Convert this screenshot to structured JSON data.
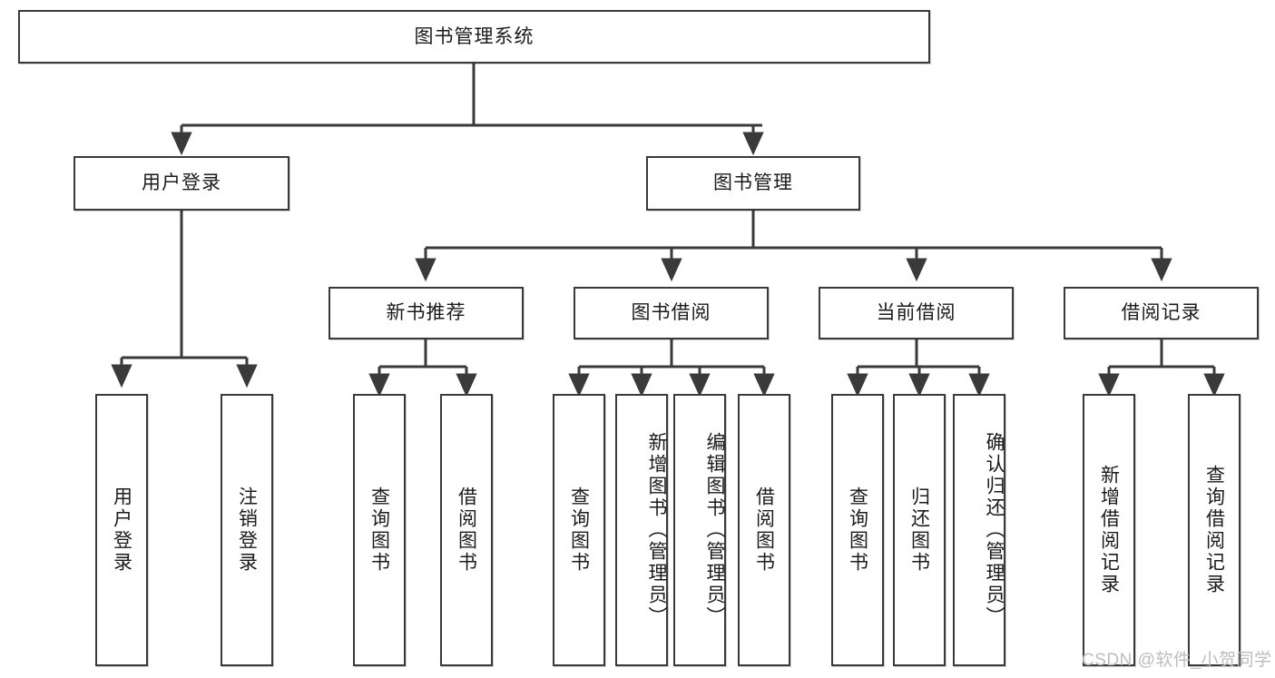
{
  "diagram": {
    "title": "图书管理系统",
    "watermark": "CSDN @软件_小贺同学",
    "line_color": "#3a3a3a",
    "background_color": "#ffffff",
    "text_color": "#1b1b1b",
    "root": {
      "label": "图书管理系统"
    },
    "level2": [
      {
        "label": "用户登录"
      },
      {
        "label": "图书管理"
      }
    ],
    "level3": [
      {
        "label": "新书推荐"
      },
      {
        "label": "图书借阅"
      },
      {
        "label": "当前借阅"
      },
      {
        "label": "借阅记录"
      }
    ],
    "leaves": {
      "user_login": [
        {
          "label": "用户登录"
        },
        {
          "label": "注销登录"
        }
      ],
      "new_book_recommend": [
        {
          "label": "查询图书"
        },
        {
          "label": "借阅图书"
        }
      ],
      "book_borrow": [
        {
          "label": "查询图书"
        },
        {
          "label": "新增图书（管理员）"
        },
        {
          "label": "编辑图书（管理员）"
        },
        {
          "label": "借阅图书"
        }
      ],
      "current_borrow": [
        {
          "label": "查询图书"
        },
        {
          "label": "归还图书"
        },
        {
          "label": "确认归还（管理员）"
        }
      ],
      "borrow_record": [
        {
          "label": "新增借阅记录"
        },
        {
          "label": "查询借阅记录"
        }
      ]
    }
  }
}
